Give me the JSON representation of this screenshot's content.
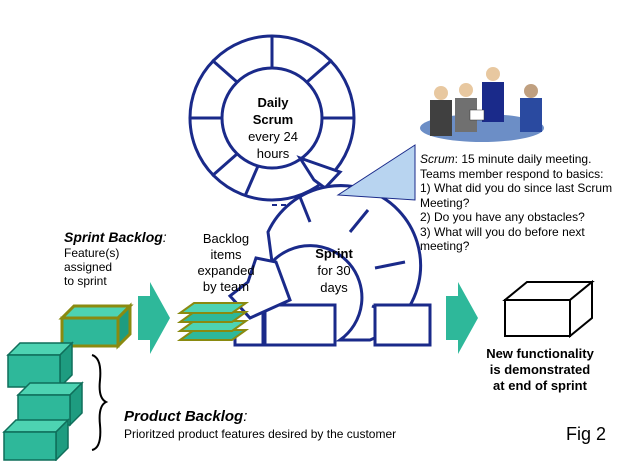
{
  "daily_scrum": {
    "title": "Daily Scrum",
    "line1": "every 24",
    "line2": "hours"
  },
  "sprint_cycle": {
    "title": "Sprint",
    "line1": "for 30",
    "line2": "days"
  },
  "scrum_note": {
    "term": "Scrum",
    "lines": [
      ": 15 minute daily meeting.",
      "Teams member respond to basics:",
      " 1) What did you do since last Scrum",
      "Meeting?",
      " 2) Do you have any obstacles?",
      " 3) What will you do before next",
      "meeting?"
    ]
  },
  "sprint_backlog": {
    "title": "Sprint Backlog",
    "colon": ":",
    "lines": [
      "Feature(s)",
      "assigned",
      "to sprint"
    ]
  },
  "backlog_items": {
    "lines": [
      "Backlog",
      "items",
      "expanded",
      "by team"
    ]
  },
  "product_backlog": {
    "title": "Product Backlog",
    "colon": ":",
    "desc": "Prioritzed product features desired by the customer"
  },
  "outcome": {
    "lines": [
      "New functionality",
      "is demonstrated",
      "at end of sprint"
    ]
  },
  "figure_label": "Fig 2",
  "colors": {
    "teal": "#2eb89a",
    "teal_light": "#4dd3b2",
    "olive": "#8a8a10",
    "navy": "#1a2a8a",
    "bubble": "#b8d4f0"
  }
}
